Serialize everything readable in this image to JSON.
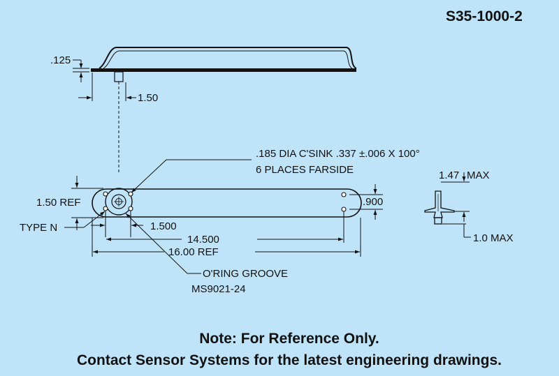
{
  "part_number": "S35-1000-2",
  "dimensions": {
    "thickness": ".125",
    "offset_top": "1.50",
    "csink_line1": ".185 DIA C'SINK .337 ±.006 X 100°",
    "csink_line2": "6 PLACES FARSIDE",
    "width_ref": "1.50 REF",
    "width": ".900",
    "type": "TYPE N",
    "hole_offset": "1.500",
    "hole_span": "14.500",
    "overall_ref": "16.00 REF",
    "oring_line1": "O'RING GROOVE",
    "oring_line2": "MS9021-24",
    "height_max": "1.47",
    "height_max_unit": "MAX",
    "pin_max": "1.0 MAX"
  },
  "notes": {
    "line1": "Note: For Reference Only.",
    "line2": "Contact Sensor Systems for the latest engineering drawings."
  },
  "colors": {
    "background": "#bfe3f8",
    "ink": "#111111"
  }
}
